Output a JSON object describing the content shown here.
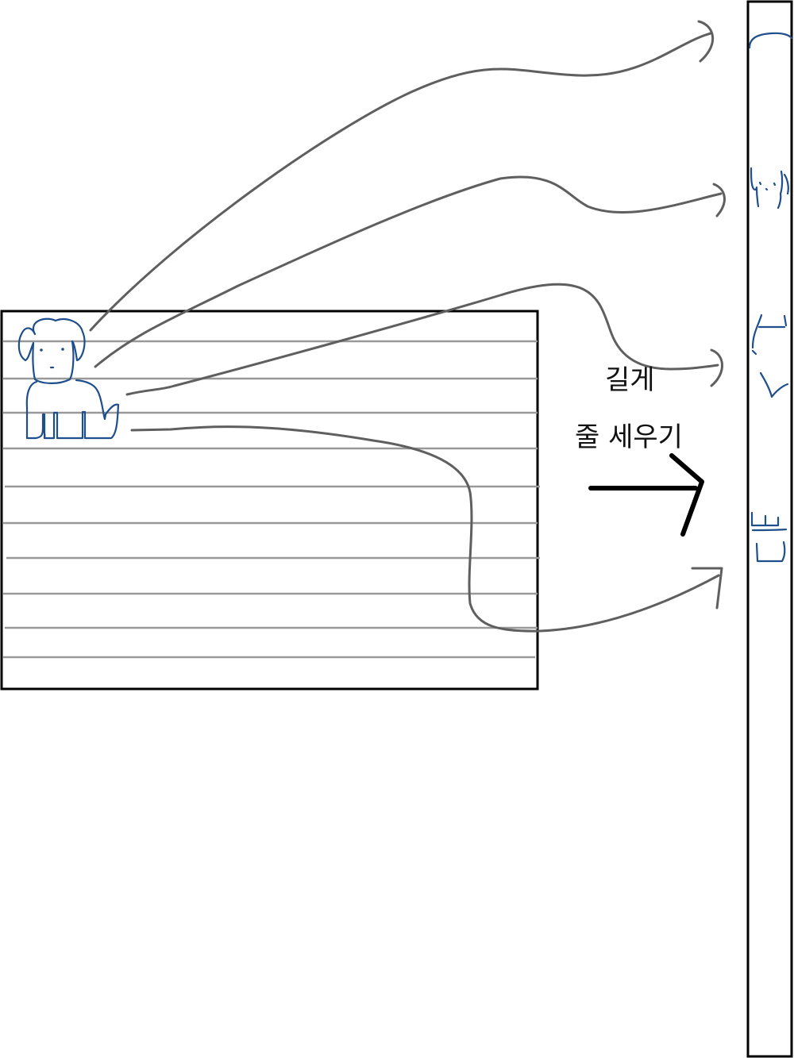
{
  "annotation": {
    "line1": "길게",
    "line2": "줄 세우기"
  },
  "source_panel": {
    "stripe_count": 10
  },
  "result_strip": {
    "segments": [
      "head",
      "face",
      "body",
      "legs"
    ]
  },
  "connections": 4,
  "colors": {
    "outline": "#000000",
    "stripes": "#999999",
    "drawing_ink": "#1f4e8c",
    "connector": "#5f5f5f",
    "annotation_ink": "#111111"
  },
  "icons": [
    "puppy-drawing-icon",
    "right-arrow-icon"
  ]
}
